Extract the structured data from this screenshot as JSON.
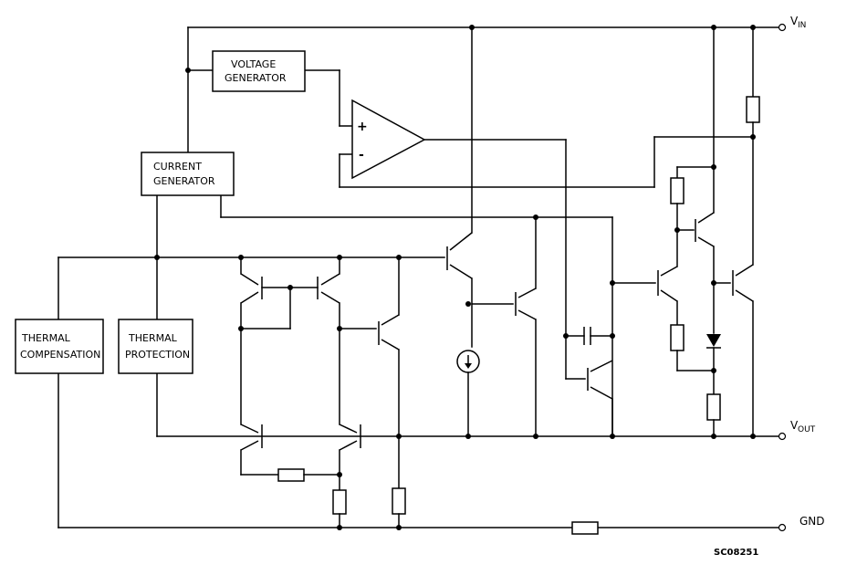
{
  "blocks": {
    "voltage_generator": [
      "VOLTAGE",
      "GENERATOR"
    ],
    "current_generator": [
      "CURRENT",
      "GENERATOR"
    ],
    "thermal_compensation": [
      "THERMAL",
      "COMPENSATION"
    ],
    "thermal_protection": [
      "THERMAL",
      "PROTECTION"
    ]
  },
  "opamp": {
    "plus": "+",
    "minus": "-"
  },
  "pins": {
    "vin": {
      "main": "V",
      "sub": "IN"
    },
    "vout": {
      "main": "V",
      "sub": "OUT"
    },
    "gnd": "GND"
  },
  "reference": "SC08251"
}
